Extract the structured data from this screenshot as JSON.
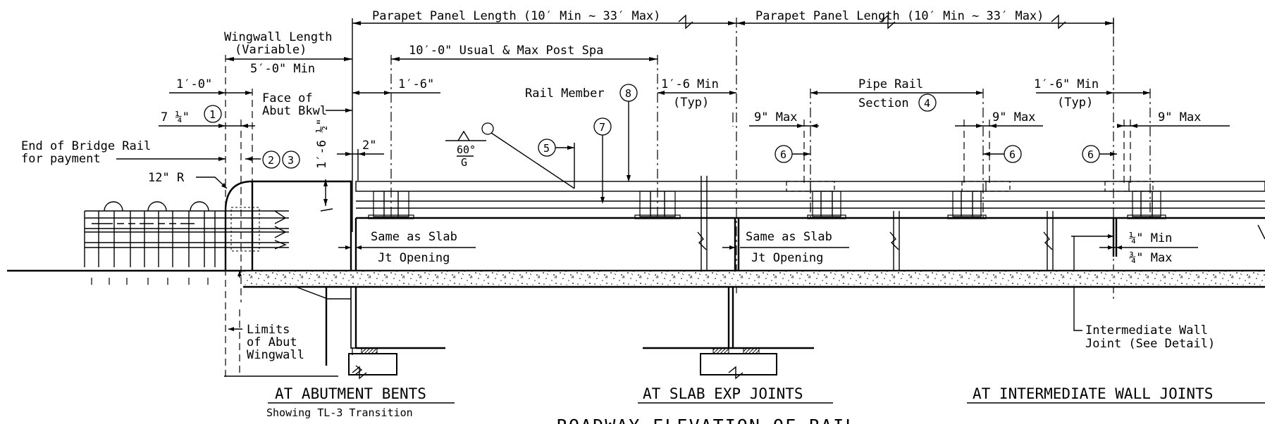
{
  "dimensions": {
    "parapet_panel_1": "Parapet Panel Length (10′ Min ~ 33′ Max)",
    "parapet_panel_2": "Parapet Panel Length (10′ Min ~ 33′ Max)",
    "wingwall_1": "Wingwall Length",
    "wingwall_2": "(Variable)",
    "wingwall_min": "5′-0\" Min",
    "post_spacing": "10′-0\" Usual & Max Post Spa",
    "one_ft": "1′-0\"",
    "one_six_a": "1′-6\"",
    "one_six_min_a": "1′-6 Min",
    "typ_a": "(Typ)",
    "one_six_min_b": "1′-6\" Min",
    "typ_b": "(Typ)",
    "seven_quarter": "7 ¼\"",
    "face_abut_1": "Face of",
    "face_abut_2": "Abut Bkwl",
    "vertical_dim": "1′-6 ½\"",
    "two_in": "2\"",
    "nine_max_1": "9\" Max",
    "nine_max_2": "9\" Max",
    "nine_max_3": "9\" Max",
    "pipe_rail_1": "Pipe Rail",
    "pipe_rail_2": "Section",
    "rail_member": "Rail Member",
    "end_rail_1": "End of Bridge Rail",
    "end_rail_2": "for payment",
    "radius": "12\" R",
    "weld_angle": "60°",
    "weld_g": "G",
    "same_slab_1a": "Same as Slab",
    "same_slab_1b": "Jt Opening",
    "same_slab_2a": "Same as Slab",
    "same_slab_2b": "Jt Opening",
    "quarter_min": "¼\" Min",
    "three_quarter_max": "¾\" Max",
    "limits_1": "Limits",
    "limits_2": "of Abut",
    "limits_3": "Wingwall",
    "int_joint_1": "Intermediate Wall",
    "int_joint_2": "Joint (See Detail)"
  },
  "callouts": {
    "c1": "1",
    "c2": "2",
    "c3": "3",
    "c4": "4",
    "c5": "5",
    "c6a": "6",
    "c6b": "6",
    "c6c": "6",
    "c7": "7",
    "c8": "8"
  },
  "titles": {
    "abutment": "AT ABUTMENT BENTS",
    "abutment_sub": "Showing TL-3 Transition",
    "slab_exp": "AT SLAB EXP JOINTS",
    "intermediate": "AT INTERMEDIATE WALL JOINTS",
    "main": "ROADWAY ELEVATION OF RAIL"
  }
}
